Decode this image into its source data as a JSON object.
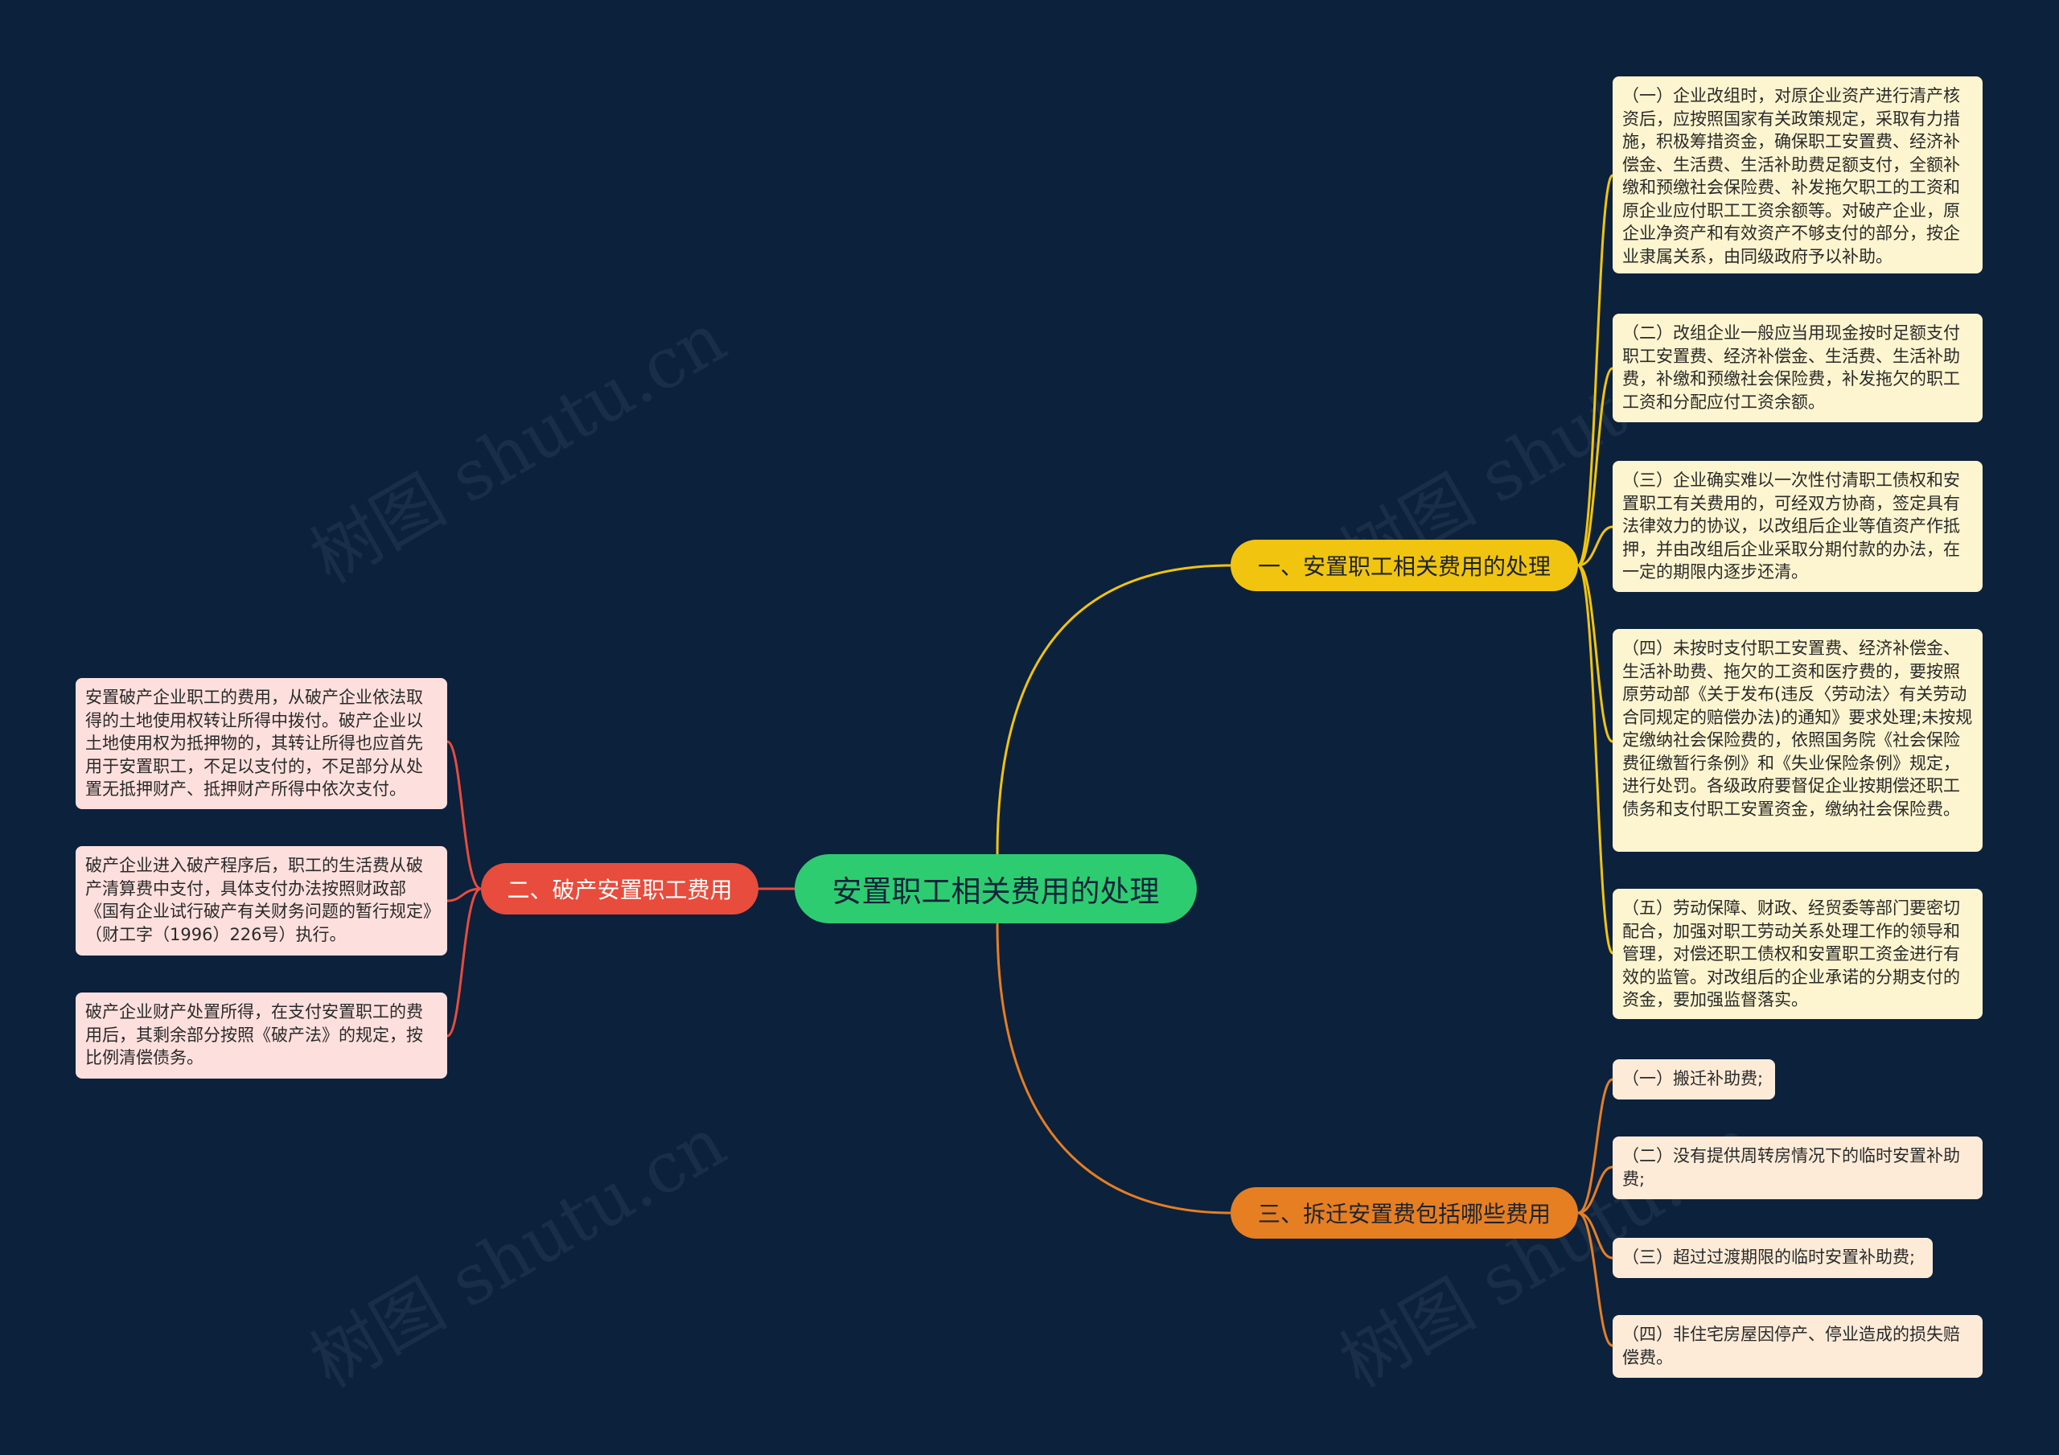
{
  "root": {
    "label": "安置职工相关费用的处理"
  },
  "branches": [
    {
      "label": "一、安置职工相关费用的处理",
      "color": "#f1c40f",
      "items": [
        "（一）企业改组时，对原企业资产进行清产核资后，应按照国家有关政策规定，采取有力措施，积极筹措资金，确保职工安置费、经济补偿金、生活费、生活补助费足额支付，全额补缴和预缴社会保险费、补发拖欠职工的工资和原企业应付职工工资余额等。对破产企业，原企业净资产和有效资产不够支付的部分，按企业隶属关系，由同级政府予以补助。",
        "（二）改组企业一般应当用现金按时足额支付职工安置费、经济补偿金、生活费、生活补助费，补缴和预缴社会保险费，补发拖欠的职工工资和分配应付工资余额。",
        "（三）企业确实难以一次性付清职工债权和安置职工有关费用的，可经双方协商，签定具有法律效力的协议，以改组后企业等值资产作抵押，并由改组后企业采取分期付款的办法，在一定的期限内逐步还清。",
        "（四）未按时支付职工安置费、经济补偿金、生活补助费、拖欠的工资和医疗费的，要按照原劳动部《关于发布(违反〈劳动法〉有关劳动合同规定的赔偿办法)的通知》要求处理;未按规定缴纳社会保险费的，依照国务院《社会保险费征缴暂行条例》和《失业保险条例》规定，进行处罚。各级政府要督促企业按期偿还职工债务和支付职工安置资金，缴纳社会保险费。",
        "（五）劳动保障、财政、经贸委等部门要密切配合，加强对职工劳动关系处理工作的领导和管理，对偿还职工债权和安置职工资金进行有效的监管。对改组后的企业承诺的分期支付的资金，要加强监督落实。"
      ]
    },
    {
      "label": "二、破产安置职工费用",
      "color": "#e74c3c",
      "items": [
        "安置破产企业职工的费用，从破产企业依法取得的土地使用权转让所得中拨付。破产企业以土地使用权为抵押物的，其转让所得也应首先用于安置职工，不足以支付的，不足部分从处置无抵押财产、抵押财产所得中依次支付。",
        "破产企业进入破产程序后，职工的生活费从破产清算费中支付，具体支付办法按照财政部《国有企业试行破产有关财务问题的暂行规定》（财工字（1996）226号）执行。",
        "破产企业财产处置所得，在支付安置职工的费用后，其剩余部分按照《破产法》的规定，按比例清偿债务。"
      ]
    },
    {
      "label": "三、拆迁安置费包括哪些费用",
      "color": "#e67e22",
      "items": [
        "（一）搬迁补助费;",
        "（二）没有提供周转房情况下的临时安置补助费;",
        "（三）超过过渡期限的临时安置补助费;",
        "（四）非住宅房屋因停产、停业造成的损失赔偿费。"
      ]
    }
  ],
  "watermark": "树图 shutu.cn"
}
